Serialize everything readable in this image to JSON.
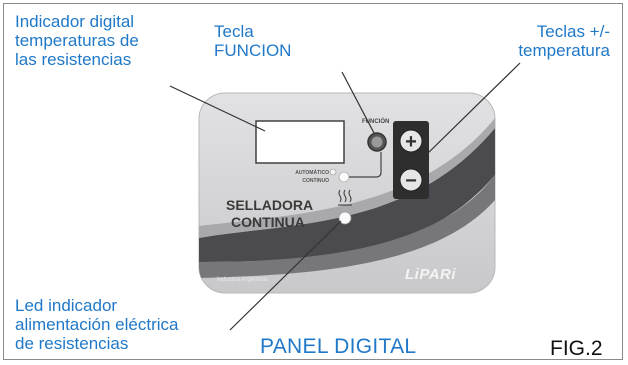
{
  "callouts": {
    "display": [
      "Indicador digital",
      "temperaturas de",
      "las resistencias"
    ],
    "function_key": [
      "Tecla",
      "FUNCION"
    ],
    "temp_keys": [
      "Teclas +/-",
      "temperatura"
    ],
    "power_led": [
      "Led indicador",
      "alimentación eléctrica",
      "de resistencias"
    ]
  },
  "panel": {
    "function_label": "FUNCIÓN",
    "mode_auto": "AUTOMÁTICO",
    "mode_cont": "CONTINUO",
    "product_line1": "SELLADORA",
    "product_line2": "CONTINUA",
    "origin": "Industria Argentina",
    "brand": "LiPARi",
    "plus_symbol": "+",
    "minus_symbol": "−"
  },
  "caption": "PANEL DIGITAL",
  "figure": "FIG.2",
  "colors": {
    "callout": "#1f78c8",
    "panel_face": "#d4d4d6",
    "swoosh": "#4b4b4f"
  }
}
